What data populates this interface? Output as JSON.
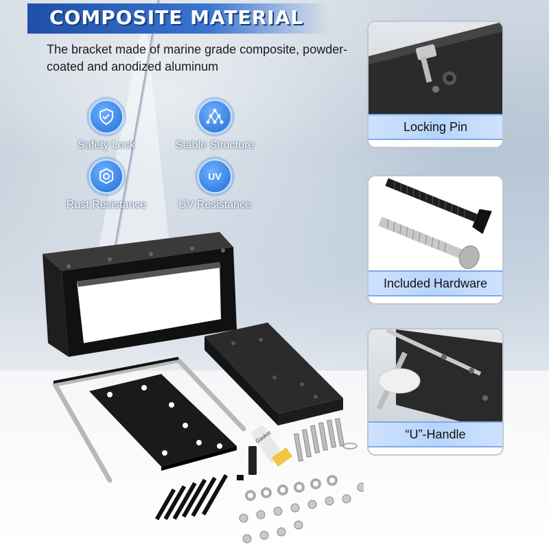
{
  "header": {
    "title": "COMPOSITE MATERIAL",
    "subtitle": "The bracket made of marine grade composite, powder-coated and anodized aluminum"
  },
  "features": [
    {
      "icon": "shield-lock-icon",
      "label": "Safety Lock"
    },
    {
      "icon": "structure-icon",
      "label": "Stable Structure"
    },
    {
      "icon": "gear-shield-icon",
      "label": "Rust Resistance"
    },
    {
      "icon": "uv-icon",
      "label": "UV Resistance",
      "icon_text": "UV"
    }
  ],
  "cards": [
    {
      "icon": "locking-pin-photo",
      "label": "Locking Pin"
    },
    {
      "icon": "screws-photo",
      "label": "Included Hardware"
    },
    {
      "icon": "u-handle-photo",
      "label": "“U”-Handle"
    }
  ],
  "product_label": "Gasket",
  "colors": {
    "accent": "#1f4fa8",
    "icon_blue": "#1f6fd6",
    "caption_bg": "#cfe2ff",
    "metal_black": "#1b1b1b"
  }
}
